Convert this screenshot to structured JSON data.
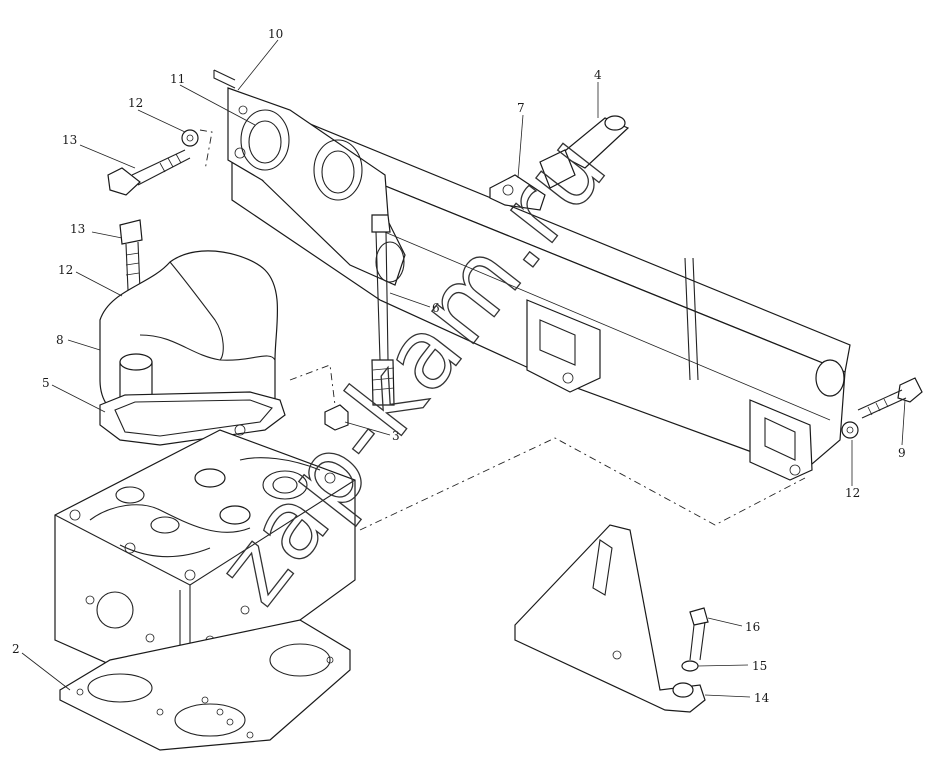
{
  "diagram": {
    "watermark": "zap-kam.ru",
    "callouts": [
      {
        "id": "c10",
        "label": "10"
      },
      {
        "id": "c11",
        "label": "11"
      },
      {
        "id": "c4",
        "label": "4"
      },
      {
        "id": "c7",
        "label": "7"
      },
      {
        "id": "c12a",
        "label": "12"
      },
      {
        "id": "c13a",
        "label": "13"
      },
      {
        "id": "c13b",
        "label": "13"
      },
      {
        "id": "c12b",
        "label": "12"
      },
      {
        "id": "c8",
        "label": "8"
      },
      {
        "id": "c5",
        "label": "5"
      },
      {
        "id": "c6",
        "label": "6"
      },
      {
        "id": "c3",
        "label": "3"
      },
      {
        "id": "c9",
        "label": "9"
      },
      {
        "id": "c12c",
        "label": "12"
      },
      {
        "id": "c2",
        "label": "2"
      },
      {
        "id": "c16",
        "label": "16"
      },
      {
        "id": "c15",
        "label": "15"
      },
      {
        "id": "c14",
        "label": "14"
      }
    ]
  }
}
